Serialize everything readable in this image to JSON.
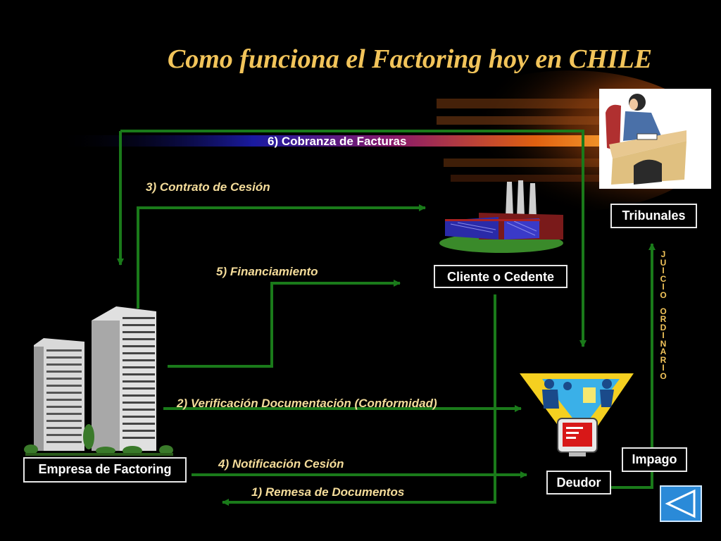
{
  "title": "Como funciona el Factoring hoy en CHILE",
  "nodes": {
    "empresa": "Empresa de Factoring",
    "cliente": "Cliente o Cedente",
    "deudor": "Deudor",
    "tribunales": "Tribunales",
    "impago": "Impago"
  },
  "flows": {
    "f6": "6) Cobranza de Facturas",
    "f3": "3) Contrato de Cesión",
    "f5": "5) Financiamiento",
    "f2": "2) Verificación Documentación (Conformidad)",
    "f4": "4) Notificación  Cesión",
    "f1": "1) Remesa de Documentos"
  },
  "vertical_label": [
    "J",
    "U",
    "I",
    "C",
    "I",
    "O",
    "",
    "O",
    "R",
    "D",
    "I",
    "N",
    "A",
    "R",
    "I",
    "O"
  ],
  "colors": {
    "arrow": "#1a7a1a",
    "title": "#f2c45a",
    "label": "#f4dc9a"
  },
  "icons": [
    "office-buildings-icon",
    "factory-icon",
    "debtor-group-icon",
    "judge-icon",
    "back-nav-icon"
  ]
}
